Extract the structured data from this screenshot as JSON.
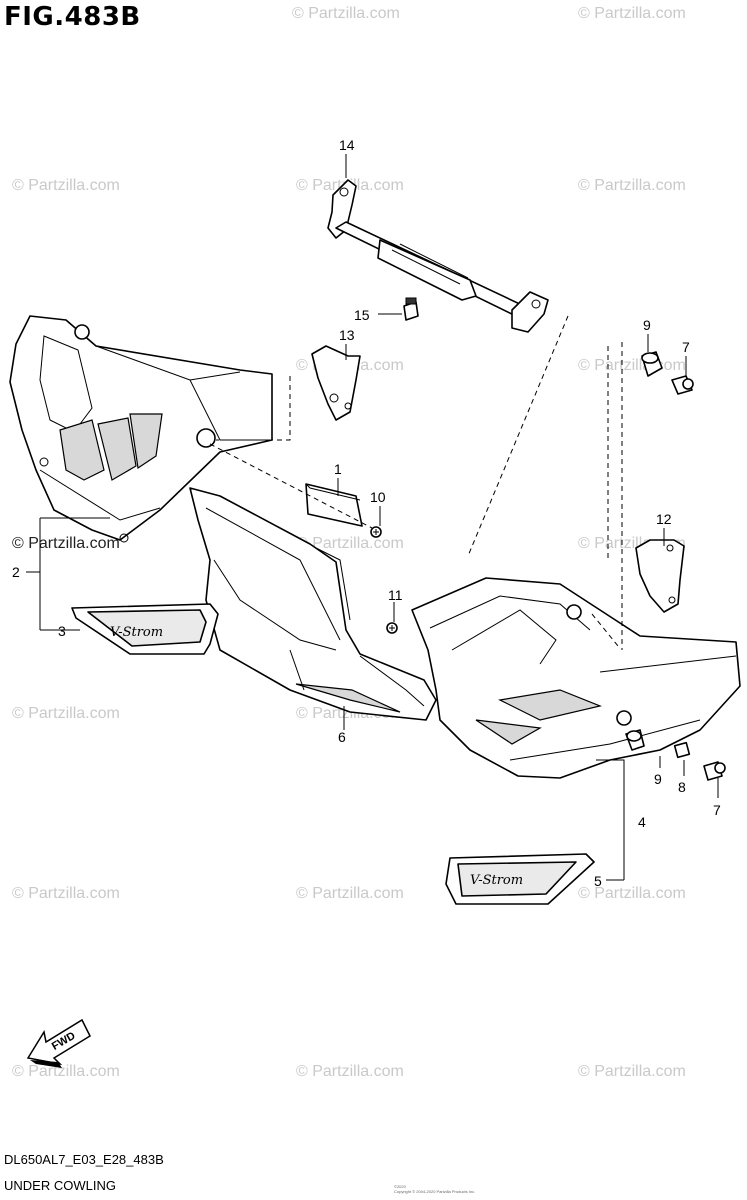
{
  "figure": {
    "title": "FIG.483B",
    "code": "DL650AL7_E03_E28_483B",
    "caption": "UNDER COWLING",
    "copyright_lines": [
      "©2020",
      "Copyright © 2004-2020 Partzilla Products Inc."
    ]
  },
  "watermark": {
    "text": "© Partzilla.com"
  },
  "part_numbers": [
    "1",
    "2",
    "3",
    "4",
    "5",
    "6",
    "7",
    "7",
    "8",
    "9",
    "9",
    "10",
    "11",
    "12",
    "13",
    "14",
    "15"
  ],
  "emblem_text": "V-Strom",
  "fwd_label": "FWD"
}
